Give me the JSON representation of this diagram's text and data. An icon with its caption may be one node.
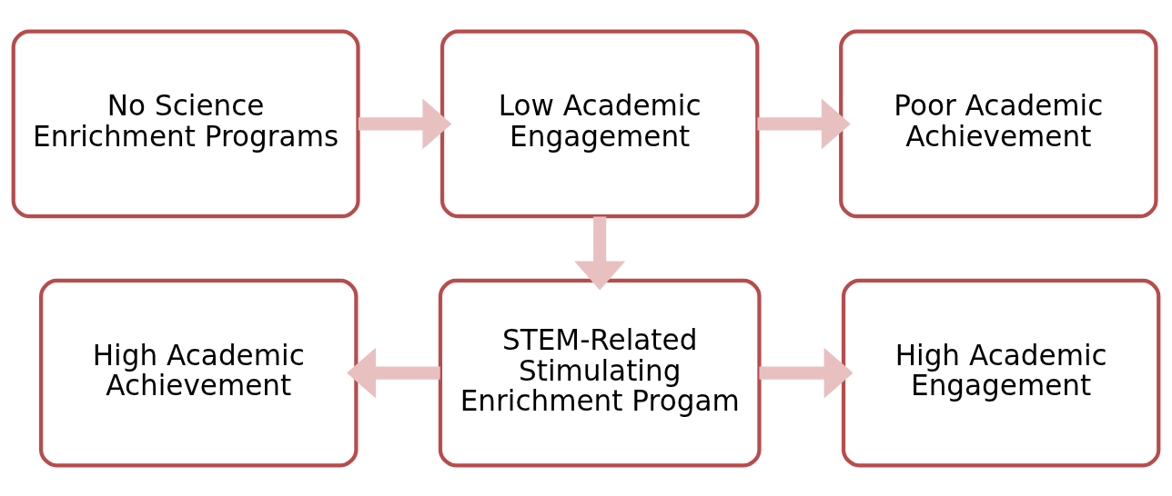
{
  "diagram": {
    "nodes": [
      {
        "text": [
          "No Science Enrichment Programs"
        ]
      },
      {
        "text": [
          "Low Academic Engagement"
        ]
      },
      {
        "text": [
          "Poor Academic Achievement"
        ]
      },
      {
        "text": [
          "High Academic Achievement"
        ]
      },
      {
        "text": [
          "STEM-Related Stimulating Enrichment Progam"
        ]
      },
      {
        "text": [
          "High Academic Engagement"
        ]
      }
    ],
    "edges": [
      {
        "from": 0,
        "to": 1,
        "arrow": "to"
      },
      {
        "from": 1,
        "to": 2,
        "arrow": "to"
      },
      {
        "from": 1,
        "to": 4,
        "arrow": "to"
      },
      {
        "from": 4,
        "to": 3,
        "arrow": "to"
      },
      {
        "from": 4,
        "to": 5,
        "arrow": "to"
      }
    ]
  }
}
